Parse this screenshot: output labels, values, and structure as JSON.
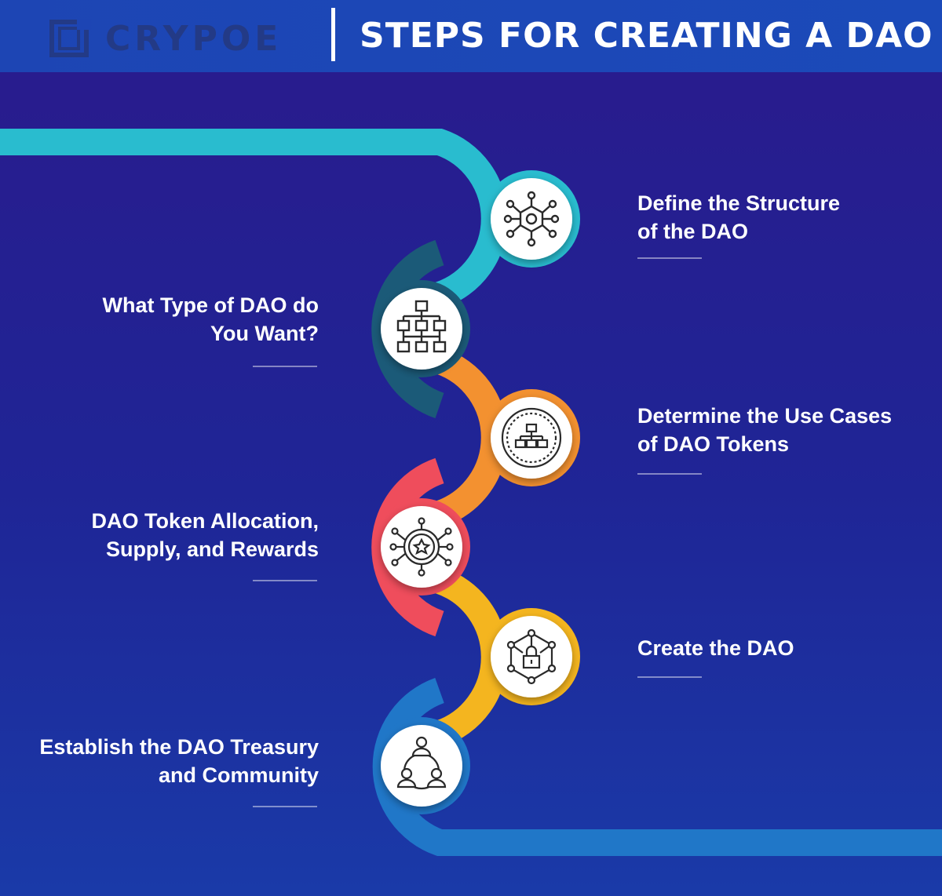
{
  "header": {
    "brand": "CRYPOE",
    "title": "STEPS FOR CREATING A DAO"
  },
  "colors": {
    "teal": "#29bccf",
    "dark_teal": "#1b5a78",
    "orange": "#f39130",
    "red": "#ef4d5c",
    "yellow": "#f4b51f",
    "blue": "#2077c8"
  },
  "steps": [
    {
      "label": "Define the Structure\nof the DAO",
      "icon": "network-hub-icon",
      "color": "teal"
    },
    {
      "label": "What Type of DAO do\nYou Want?",
      "icon": "org-chart-icon",
      "color": "dark_teal"
    },
    {
      "label": "Determine the Use Cases\nof  DAO Tokens",
      "icon": "token-hierarchy-icon",
      "color": "orange"
    },
    {
      "label": "DAO Token  Allocation,\nSupply, and Rewards",
      "icon": "token-rewards-icon",
      "color": "red"
    },
    {
      "label": "Create the DAO",
      "icon": "lock-network-icon",
      "color": "yellow"
    },
    {
      "label": "Establish the DAO Treasury\nand Community",
      "icon": "community-icon",
      "color": "blue"
    }
  ]
}
